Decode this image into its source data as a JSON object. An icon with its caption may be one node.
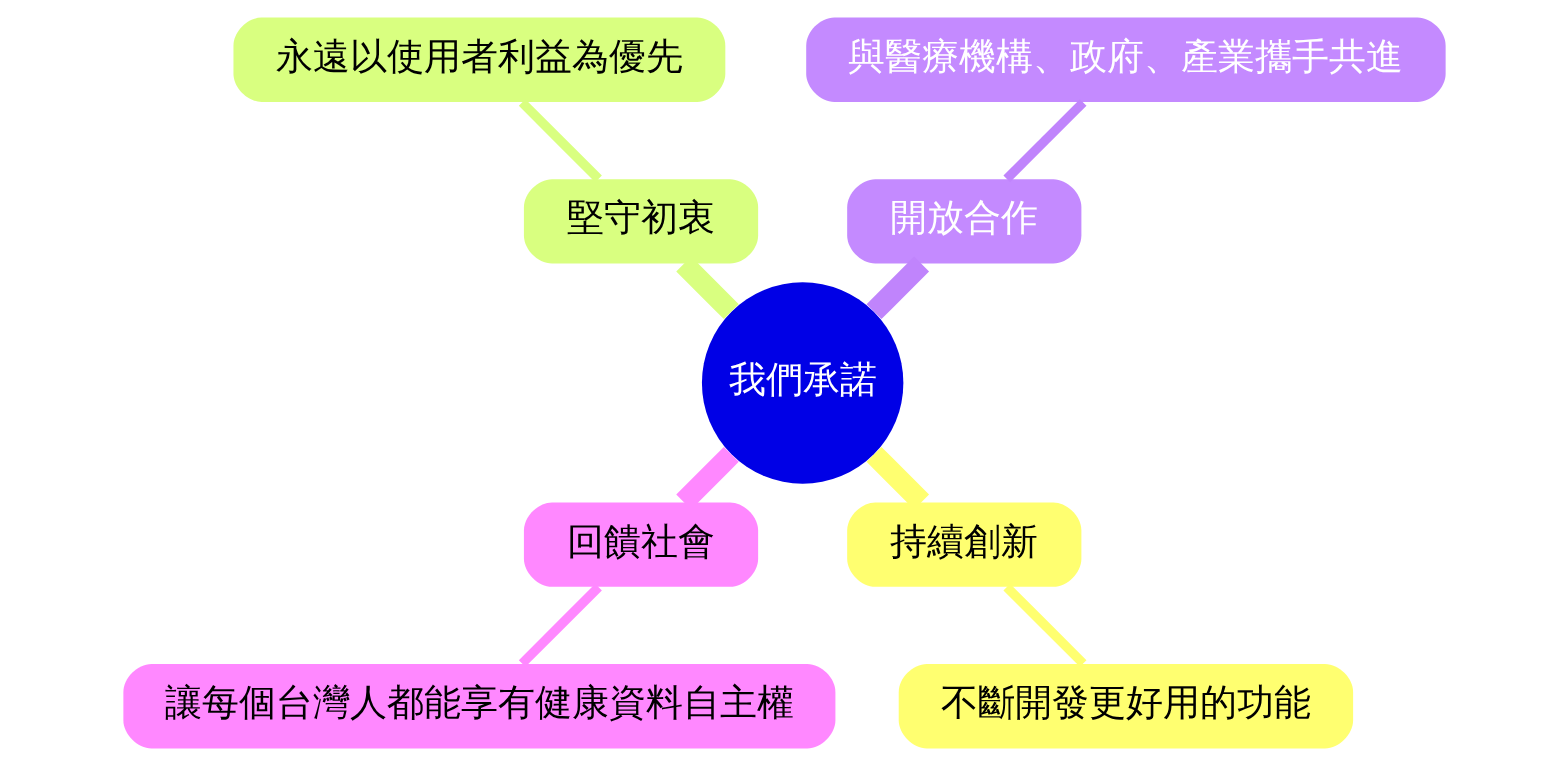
{
  "diagram": {
    "nodes": [
      {
        "text": [
          "與醫療機構、政府、產業攜手共進"
        ]
      },
      {
        "text": [
          "開放合作"
        ]
      },
      {
        "text": [
          "我們承諾"
        ]
      },
      {
        "text": [
          "堅守初衷"
        ]
      },
      {
        "text": [
          "回饋社會"
        ]
      },
      {
        "text": [
          "永遠以使用者利益為優先"
        ]
      },
      {
        "text": [
          "讓每個台灣人都能享有健康資料自主權"
        ]
      },
      {
        "text": [
          "持續創新"
        ]
      },
      {
        "text": [
          "不斷開發更好用的功能"
        ]
      }
    ],
    "edges": [
      {
        "from": 2,
        "to": 1,
        "arrow": "none",
        "style": "thick",
        "color": "#c084fc"
      },
      {
        "from": 1,
        "to": 0,
        "arrow": "none",
        "color": "#c084fc"
      },
      {
        "from": 2,
        "to": 3,
        "arrow": "none",
        "style": "thick",
        "color": "#d9ff80"
      },
      {
        "from": 3,
        "to": 5,
        "arrow": "none",
        "color": "#d9ff80"
      },
      {
        "from": 2,
        "to": 4,
        "arrow": "none",
        "style": "thick",
        "color": "#ff88ff"
      },
      {
        "from": 4,
        "to": 6,
        "arrow": "none",
        "color": "#ff88ff"
      },
      {
        "from": 2,
        "to": 7,
        "arrow": "none",
        "style": "thick",
        "color": "#ffff70"
      },
      {
        "from": 7,
        "to": 8,
        "arrow": "none",
        "color": "#ffff70"
      }
    ]
  }
}
